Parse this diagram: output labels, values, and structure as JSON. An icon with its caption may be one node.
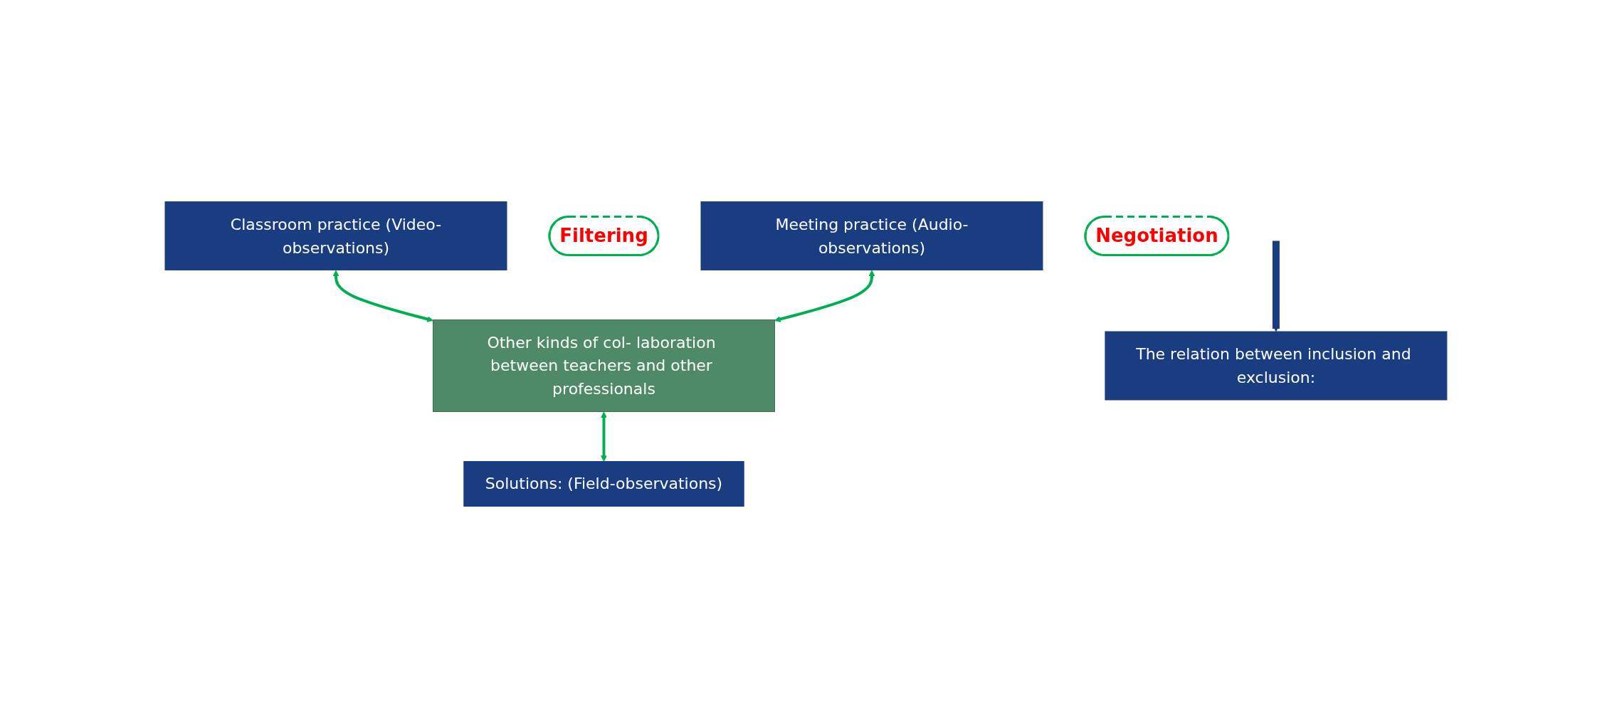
{
  "diagram": {
    "nodes": [
      {
        "text": [
          "Classroom practice (Video-observations)"
        ]
      },
      {
        "text": [
          "Filtering"
        ]
      },
      {
        "text": [
          "Meeting practice (Audio-observations)"
        ]
      },
      {
        "text": [
          "Negotiation"
        ]
      },
      {
        "text": [
          "Other kinds of col- laboration between teachers and other professionals"
        ]
      },
      {
        "text": [
          "Solutions: (Field-observations)"
        ]
      },
      {
        "text": [
          "The relation between inclusion and exclusion:"
        ]
      }
    ],
    "edges": [
      {
        "from": 0,
        "to": 4,
        "arrow": "both"
      },
      {
        "from": 2,
        "to": 4,
        "arrow": "both"
      },
      {
        "from": 4,
        "to": 5,
        "arrow": "both"
      },
      {
        "from": null,
        "to": 6,
        "arrow": "to",
        "style": "thick",
        "color": "#1a3c80"
      }
    ]
  }
}
